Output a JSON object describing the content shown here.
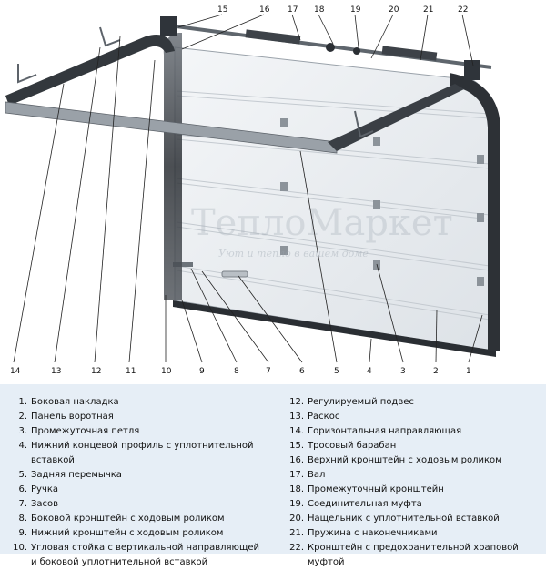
{
  "watermark": {
    "brand": "ТеплоМаркет",
    "tagline": "Уют и тепло в вашем доме"
  },
  "callouts": [
    "1",
    "2",
    "3",
    "4",
    "5",
    "6",
    "7",
    "8",
    "9",
    "10",
    "11",
    "12",
    "13",
    "14",
    "15",
    "16",
    "17",
    "18",
    "19",
    "20",
    "21",
    "22"
  ],
  "legend": {
    "left": [
      {
        "num": "1.",
        "text": "Боковая накладка"
      },
      {
        "num": "2.",
        "text": "Панель воротная"
      },
      {
        "num": "3.",
        "text": "Промежуточная петля"
      },
      {
        "num": "4.",
        "text": "Нижний концевой профиль с уплотнительной вставкой"
      },
      {
        "num": "5.",
        "text": "Задняя перемычка"
      },
      {
        "num": "6.",
        "text": "Ручка"
      },
      {
        "num": "7.",
        "text": "Засов"
      },
      {
        "num": "8.",
        "text": "Боковой кронштейн с ходовым роликом"
      },
      {
        "num": "9.",
        "text": "Нижний кронштейн с ходовым роликом"
      },
      {
        "num": "10.",
        "text": "Угловая стойка с вертикальной направляющей\nи боковой уплотнительной вставкой"
      }
    ],
    "right": [
      {
        "num": "12.",
        "text": "Регулируемый подвес"
      },
      {
        "num": "13.",
        "text": "Раскос"
      },
      {
        "num": "14.",
        "text": "Горизонтальная направляющая"
      },
      {
        "num": "15.",
        "text": "Тросовый барабан"
      },
      {
        "num": "16.",
        "text": "Верхний кронштейн с ходовым роликом"
      },
      {
        "num": "17.",
        "text": "Вал"
      },
      {
        "num": "18.",
        "text": "Промежуточный кронштейн"
      },
      {
        "num": "19.",
        "text": "Соединительная муфта"
      },
      {
        "num": "20.",
        "text": "Нащельник с уплотнительной вставкой"
      },
      {
        "num": "21.",
        "text": "Пружина с наконечниками"
      },
      {
        "num": "22.",
        "text": "Кронштейн с предохранительной храповой муфтой"
      }
    ]
  }
}
